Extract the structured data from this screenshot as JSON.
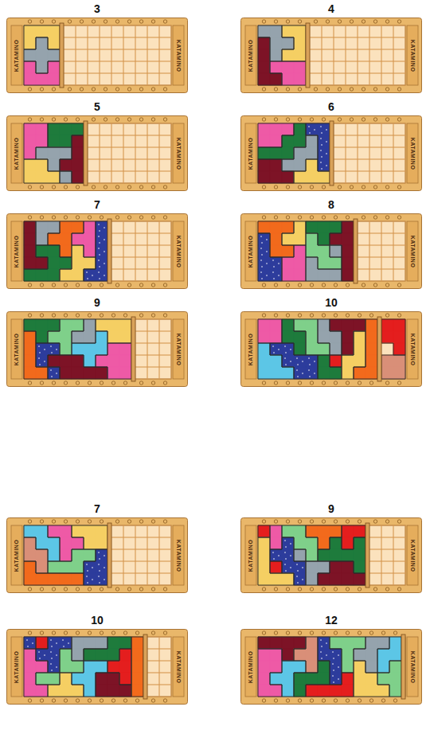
{
  "diagram": {
    "labels": [
      "3",
      "KATAMINO",
      "KATAMINO",
      "4",
      "KATAMINO",
      "KATAMINO",
      "5",
      "KATAMINO",
      "KATAMINO",
      "6",
      "KATAMINO",
      "KATAMINO",
      "7",
      "KATAMINO",
      "KATAMINO",
      "8",
      "KATAMINO",
      "KATAMINO",
      "9",
      "KATAMINO",
      "KATAMINO",
      "10",
      "KATAMINO",
      "KATAMINO",
      "7",
      "KATAMINO",
      "KATAMINO",
      "9",
      "KATAMINO",
      "KATAMINO",
      "10",
      "KATAMINO",
      "KATAMINO",
      "12",
      "KATAMINO",
      "KATAMINO"
    ]
  }
}
